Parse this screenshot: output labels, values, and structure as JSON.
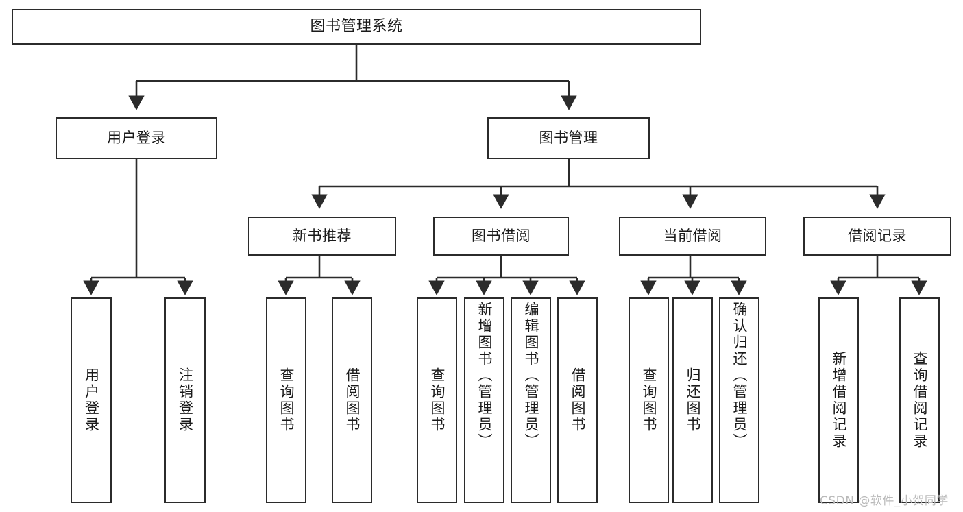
{
  "diagram": {
    "title": "图书管理系统",
    "type": "tree-hierarchy-diagram",
    "colors": {
      "background": "#ffffff",
      "box_stroke": "#2b2b2b",
      "box_fill": "#ffffff",
      "edge": "#2b2b2b",
      "text": "#1a1a1a",
      "watermark": "#b9b9b9"
    },
    "root": {
      "label": "图书管理系统"
    },
    "level2": [
      {
        "label": "用户登录"
      },
      {
        "label": "图书管理"
      }
    ],
    "level3": [
      {
        "label": "新书推荐"
      },
      {
        "label": "图书借阅"
      },
      {
        "label": "当前借阅"
      },
      {
        "label": "借阅记录"
      }
    ],
    "leaves": {
      "user_login": [
        {
          "label": "用户登录"
        },
        {
          "label": "注销登录"
        }
      ],
      "new_book_recommend": [
        {
          "label": "查询图书"
        },
        {
          "label": "借阅图书"
        }
      ],
      "book_borrow": [
        {
          "label": "查询图书"
        },
        {
          "label": "新增图书（管理员）"
        },
        {
          "label": "编辑图书（管理员）"
        },
        {
          "label": "借阅图书"
        }
      ],
      "current_borrow": [
        {
          "label": "查询图书"
        },
        {
          "label": "归还图书"
        },
        {
          "label": "确认归还（管理员）"
        }
      ],
      "borrow_record": [
        {
          "label": "新增借阅记录"
        },
        {
          "label": "查询借阅记录"
        }
      ]
    }
  },
  "watermark": {
    "text": "CSDN @软件_小贺同学"
  }
}
